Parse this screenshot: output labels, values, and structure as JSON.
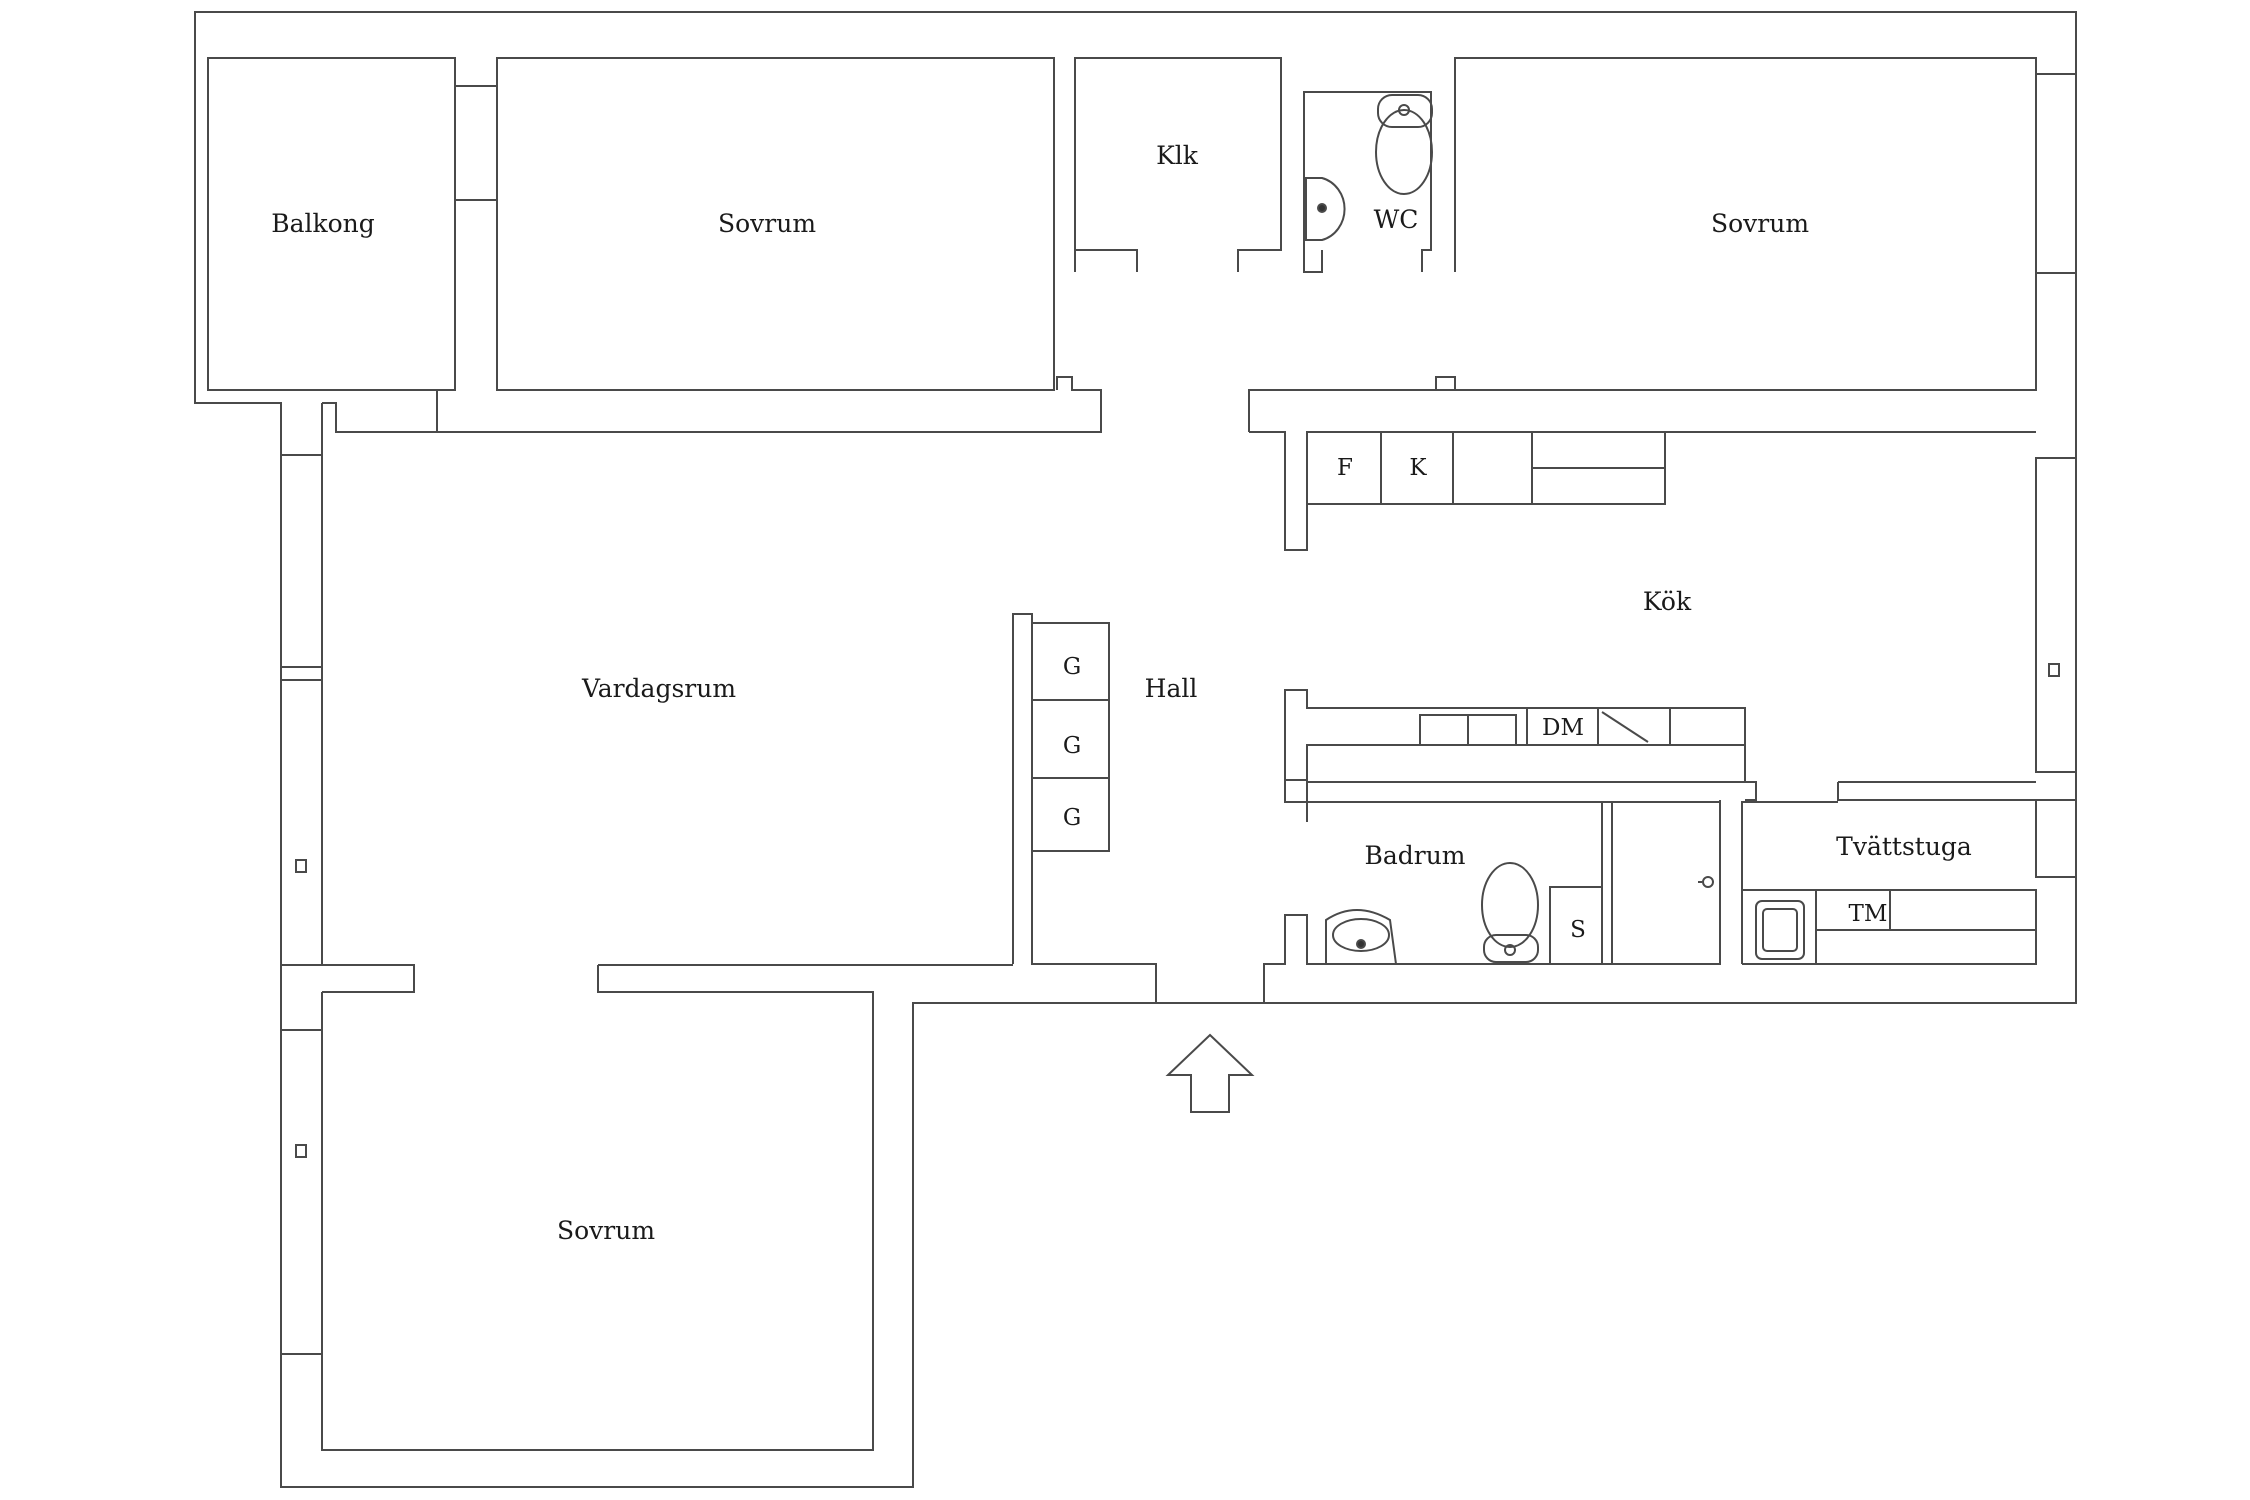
{
  "rooms": {
    "balkong": "Balkong",
    "sovrum_top_left": "Sovrum",
    "klk": "Klk",
    "wc": "WC",
    "sovrum_top_right": "Sovrum",
    "kok": "Kök",
    "vardagsrum": "Vardagsrum",
    "hall": "Hall",
    "badrum": "Badrum",
    "tvattstuga": "Tvättstuga",
    "sovrum_bottom": "Sovrum"
  },
  "fixtures": {
    "freezer": "F",
    "fridge": "K",
    "dishwasher": "DM",
    "wardrobe_1": "G",
    "wardrobe_2": "G",
    "wardrobe_3": "G",
    "storage": "S",
    "washing_machine": "TM"
  },
  "colors": {
    "wall": "#ffffff",
    "line": "#4a4a4a",
    "text": "#1a1a1a"
  },
  "icons": {
    "entrance": "entrance-arrow-icon"
  }
}
